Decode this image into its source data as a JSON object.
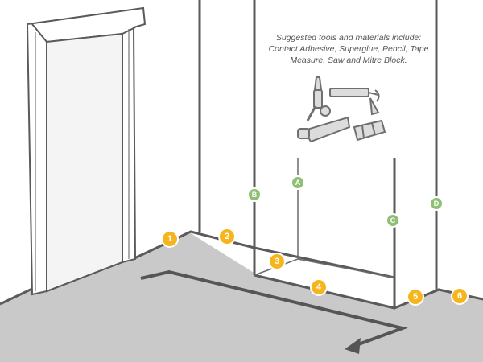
{
  "caption": {
    "line1": "Suggested tools and materials include:",
    "line2": "Contact Adhesive, Superglue, Pencil, Tape",
    "line3": "Measure, Saw and Mitre Block."
  },
  "markers": {
    "numbered": [
      "1",
      "2",
      "3",
      "4",
      "5",
      "6"
    ],
    "lettered": [
      "A",
      "B",
      "C",
      "D"
    ]
  },
  "colors": {
    "numbered_fill": "#f6b51d",
    "lettered_fill": "#8fbf75",
    "line": "#555555",
    "floor": "#c9c9c9"
  },
  "icons": [
    "glue-bottle-icon",
    "caulking-gun-icon",
    "tape-measure-icon",
    "pencil-icon",
    "saw-icon",
    "mitre-block-icon"
  ]
}
